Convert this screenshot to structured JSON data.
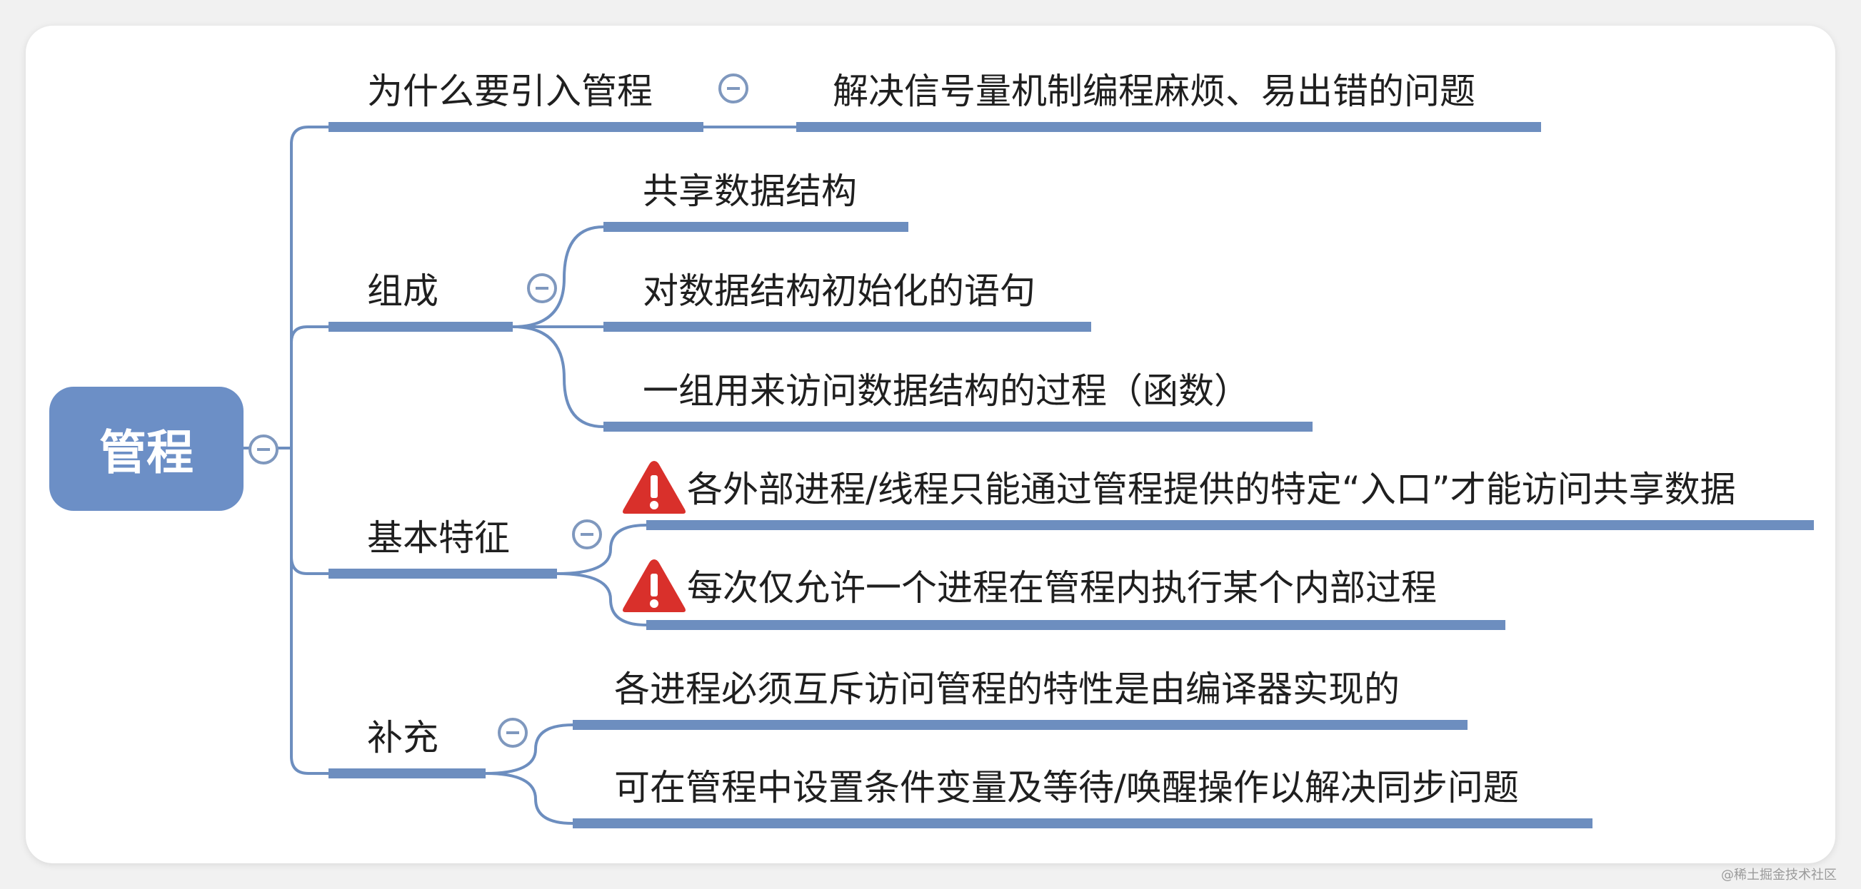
{
  "root": {
    "label": "管程"
  },
  "branches": [
    {
      "label": "为什么要引入管程",
      "children": [
        {
          "label": "解决信号量机制编程麻烦、易出错的问题"
        }
      ]
    },
    {
      "label": "组成",
      "children": [
        {
          "label": "共享数据结构"
        },
        {
          "label": "对数据结构初始化的语句"
        },
        {
          "label": "一组用来访问数据结构的过程（函数）"
        }
      ]
    },
    {
      "label": "基本特征",
      "children": [
        {
          "label": "各外部进程/线程只能通过管程提供的特定“入口”才能访问共享数据",
          "icon": "warning-icon"
        },
        {
          "label": "每次仅允许一个进程在管程内执行某个内部过程",
          "icon": "warning-icon"
        }
      ]
    },
    {
      "label": "补充",
      "children": [
        {
          "label": "各进程必须互斥访问管程的特性是由编译器实现的"
        },
        {
          "label": "可在管程中设置条件变量及等待/唤醒操作以解决同步问题"
        }
      ]
    }
  ],
  "watermark": "@稀土掘金技术社区",
  "colors": {
    "root_fill": "#6c8fc6",
    "connector": "#6d8ebf",
    "warning": "#d9302b"
  }
}
